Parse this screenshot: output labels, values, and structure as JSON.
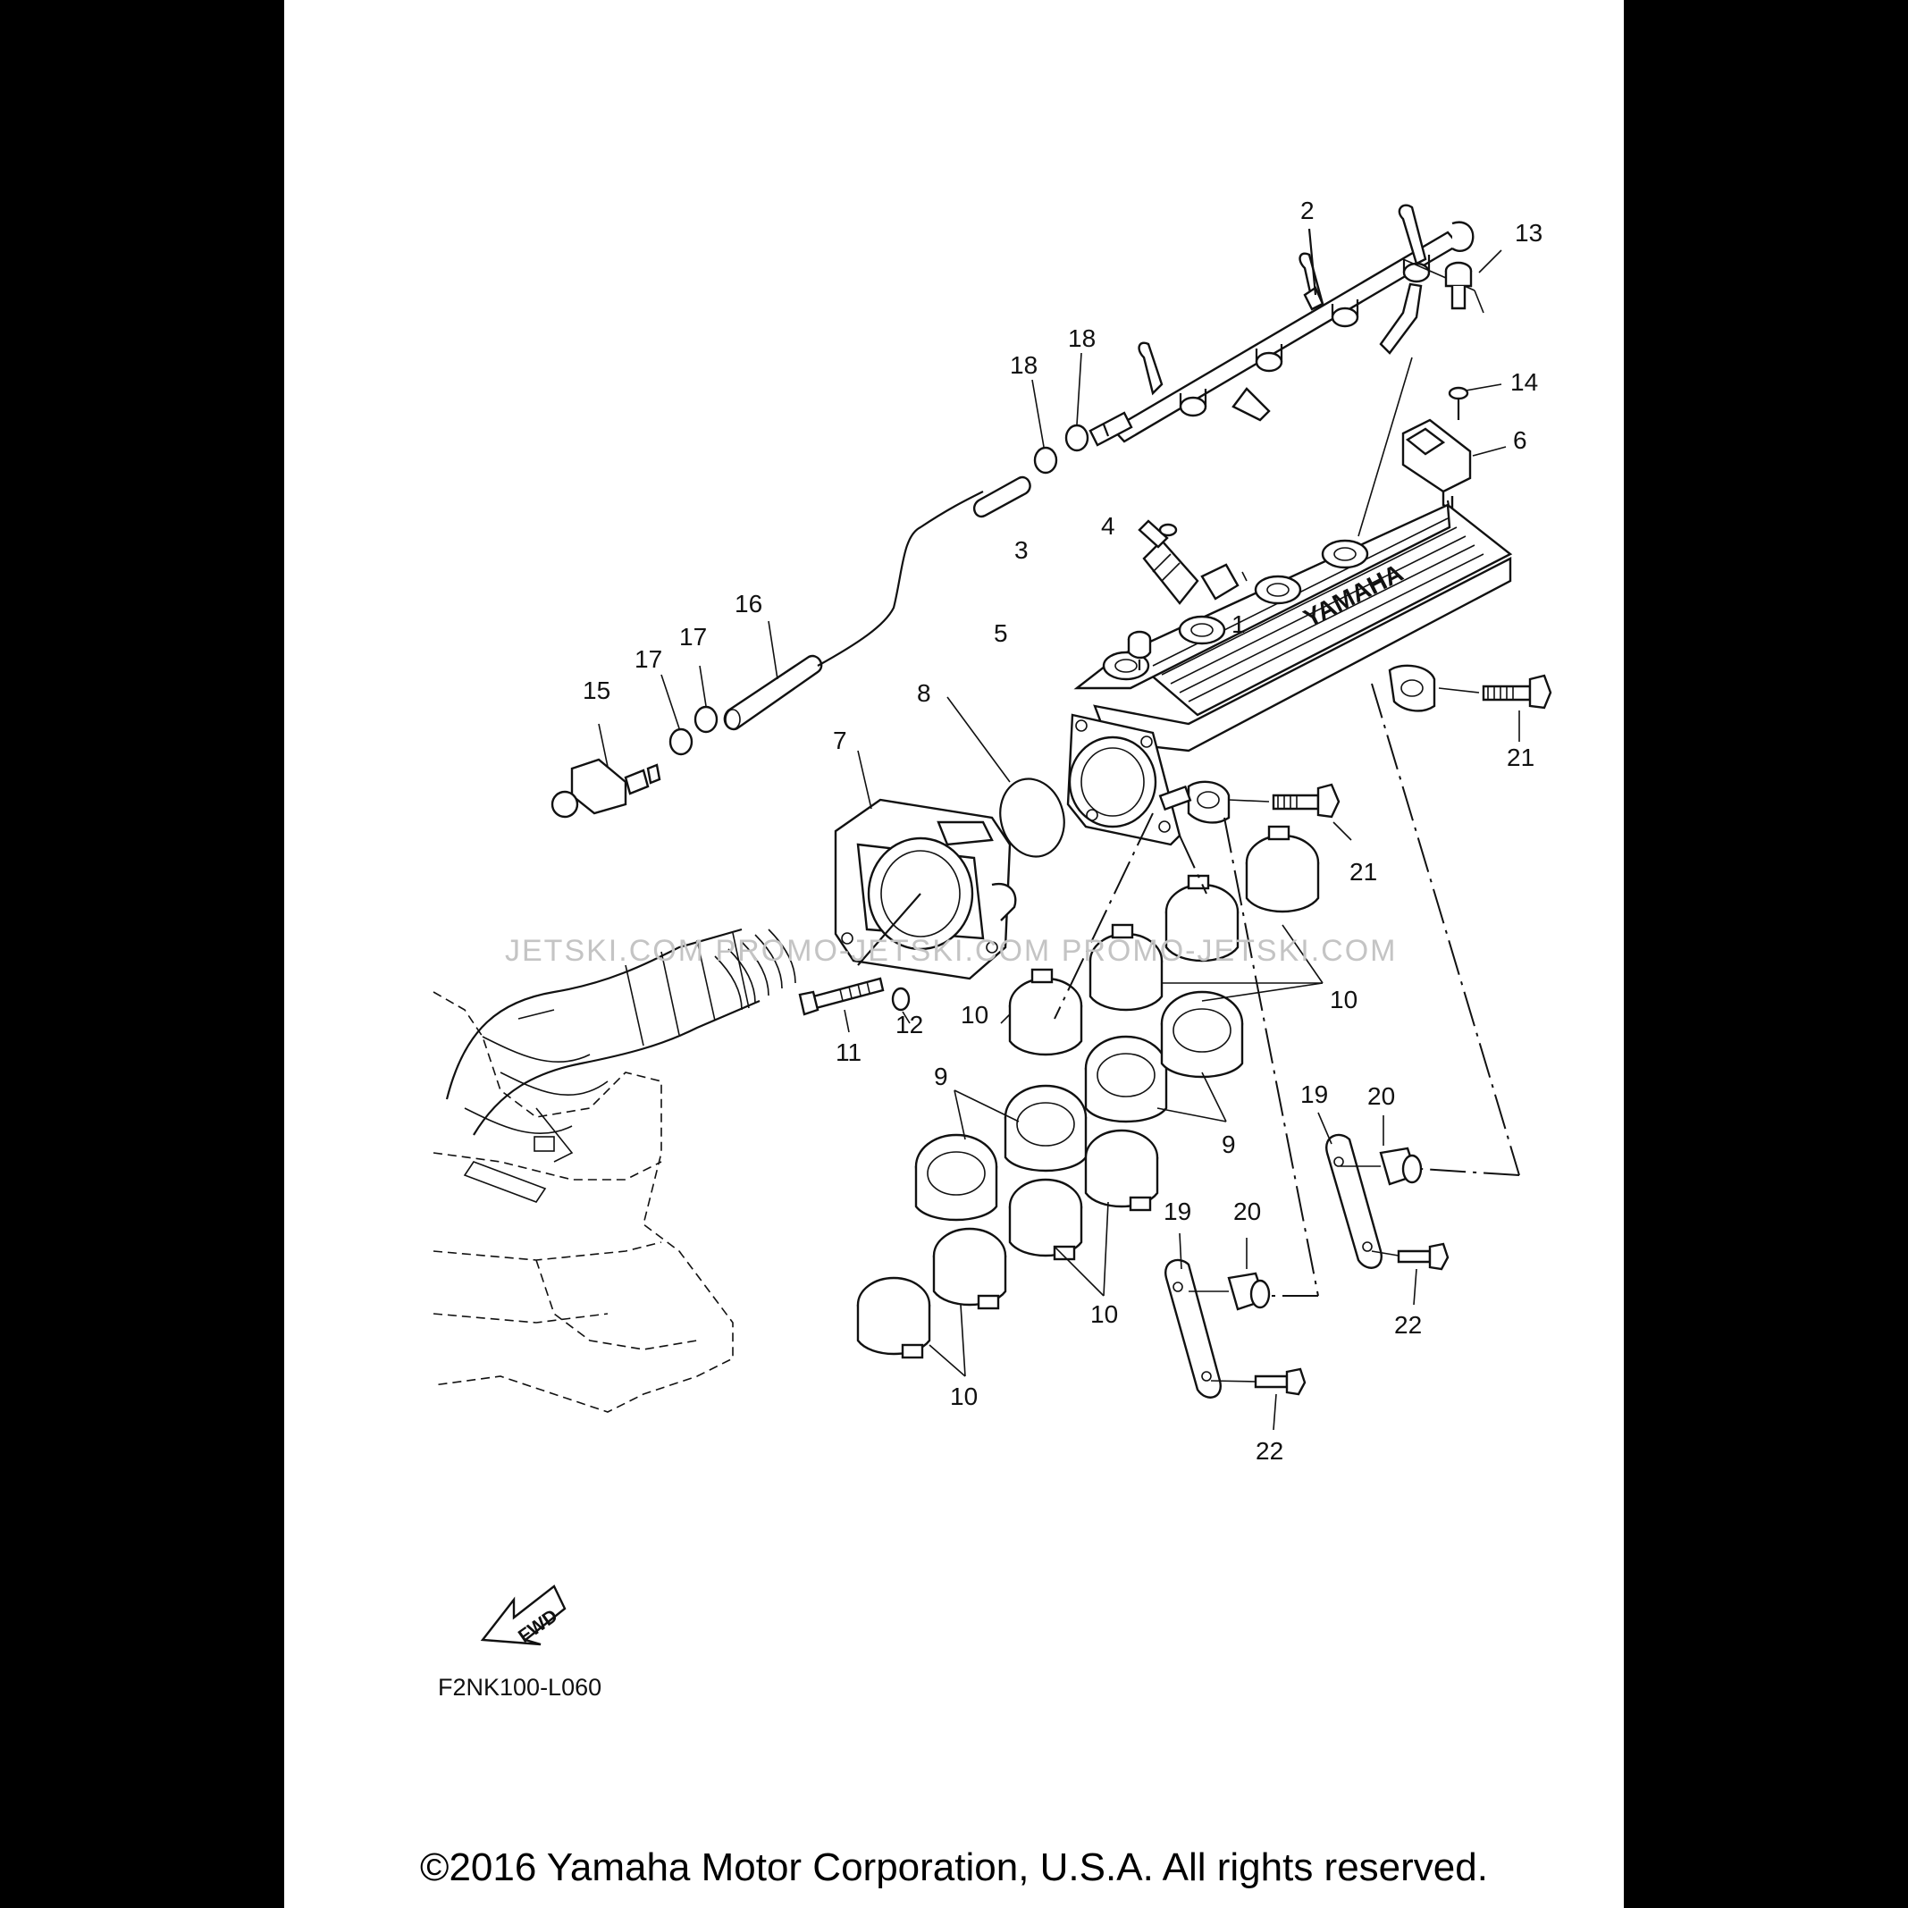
{
  "diagram": {
    "callouts": [
      "1",
      "2",
      "3",
      "4",
      "5",
      "6",
      "7",
      "8",
      "9",
      "10",
      "11",
      "12",
      "13",
      "14",
      "15",
      "16",
      "17",
      "18",
      "19",
      "20",
      "21",
      "22"
    ],
    "manifold_text": "YAMAHA",
    "watermark": "JETSKI.COM  PROMO-JETSKI.COM  PROMO-JETSKI.COM",
    "fwd_label": "FWD",
    "figure_code": "F2NK100-L060"
  },
  "footer": {
    "copyright": "©2016 Yamaha Motor Corporation, U.S.A. All rights reserved."
  }
}
